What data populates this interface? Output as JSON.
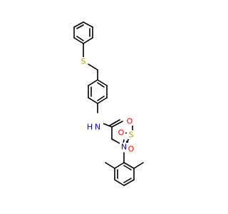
{
  "molecule": {
    "atoms": {
      "s_thioether": {
        "symbol": "S",
        "color": "#b8a300"
      },
      "n_amide": {
        "symbol": "N",
        "color": "#0000ff"
      },
      "h_amide": {
        "symbol": "H",
        "color": "#0000ff"
      },
      "o_carbonyl": {
        "symbol": "O",
        "color": "#ff0000"
      },
      "n_sulfonamide": {
        "symbol": "N",
        "color": "#0000ff"
      },
      "s_sulfonyl": {
        "symbol": "S",
        "color": "#b8a300"
      },
      "o_sulfonyl_1": {
        "symbol": "O",
        "color": "#ff0000"
      },
      "o_sulfonyl_2": {
        "symbol": "O",
        "color": "#ff0000"
      }
    },
    "bond_color": "#000000"
  }
}
